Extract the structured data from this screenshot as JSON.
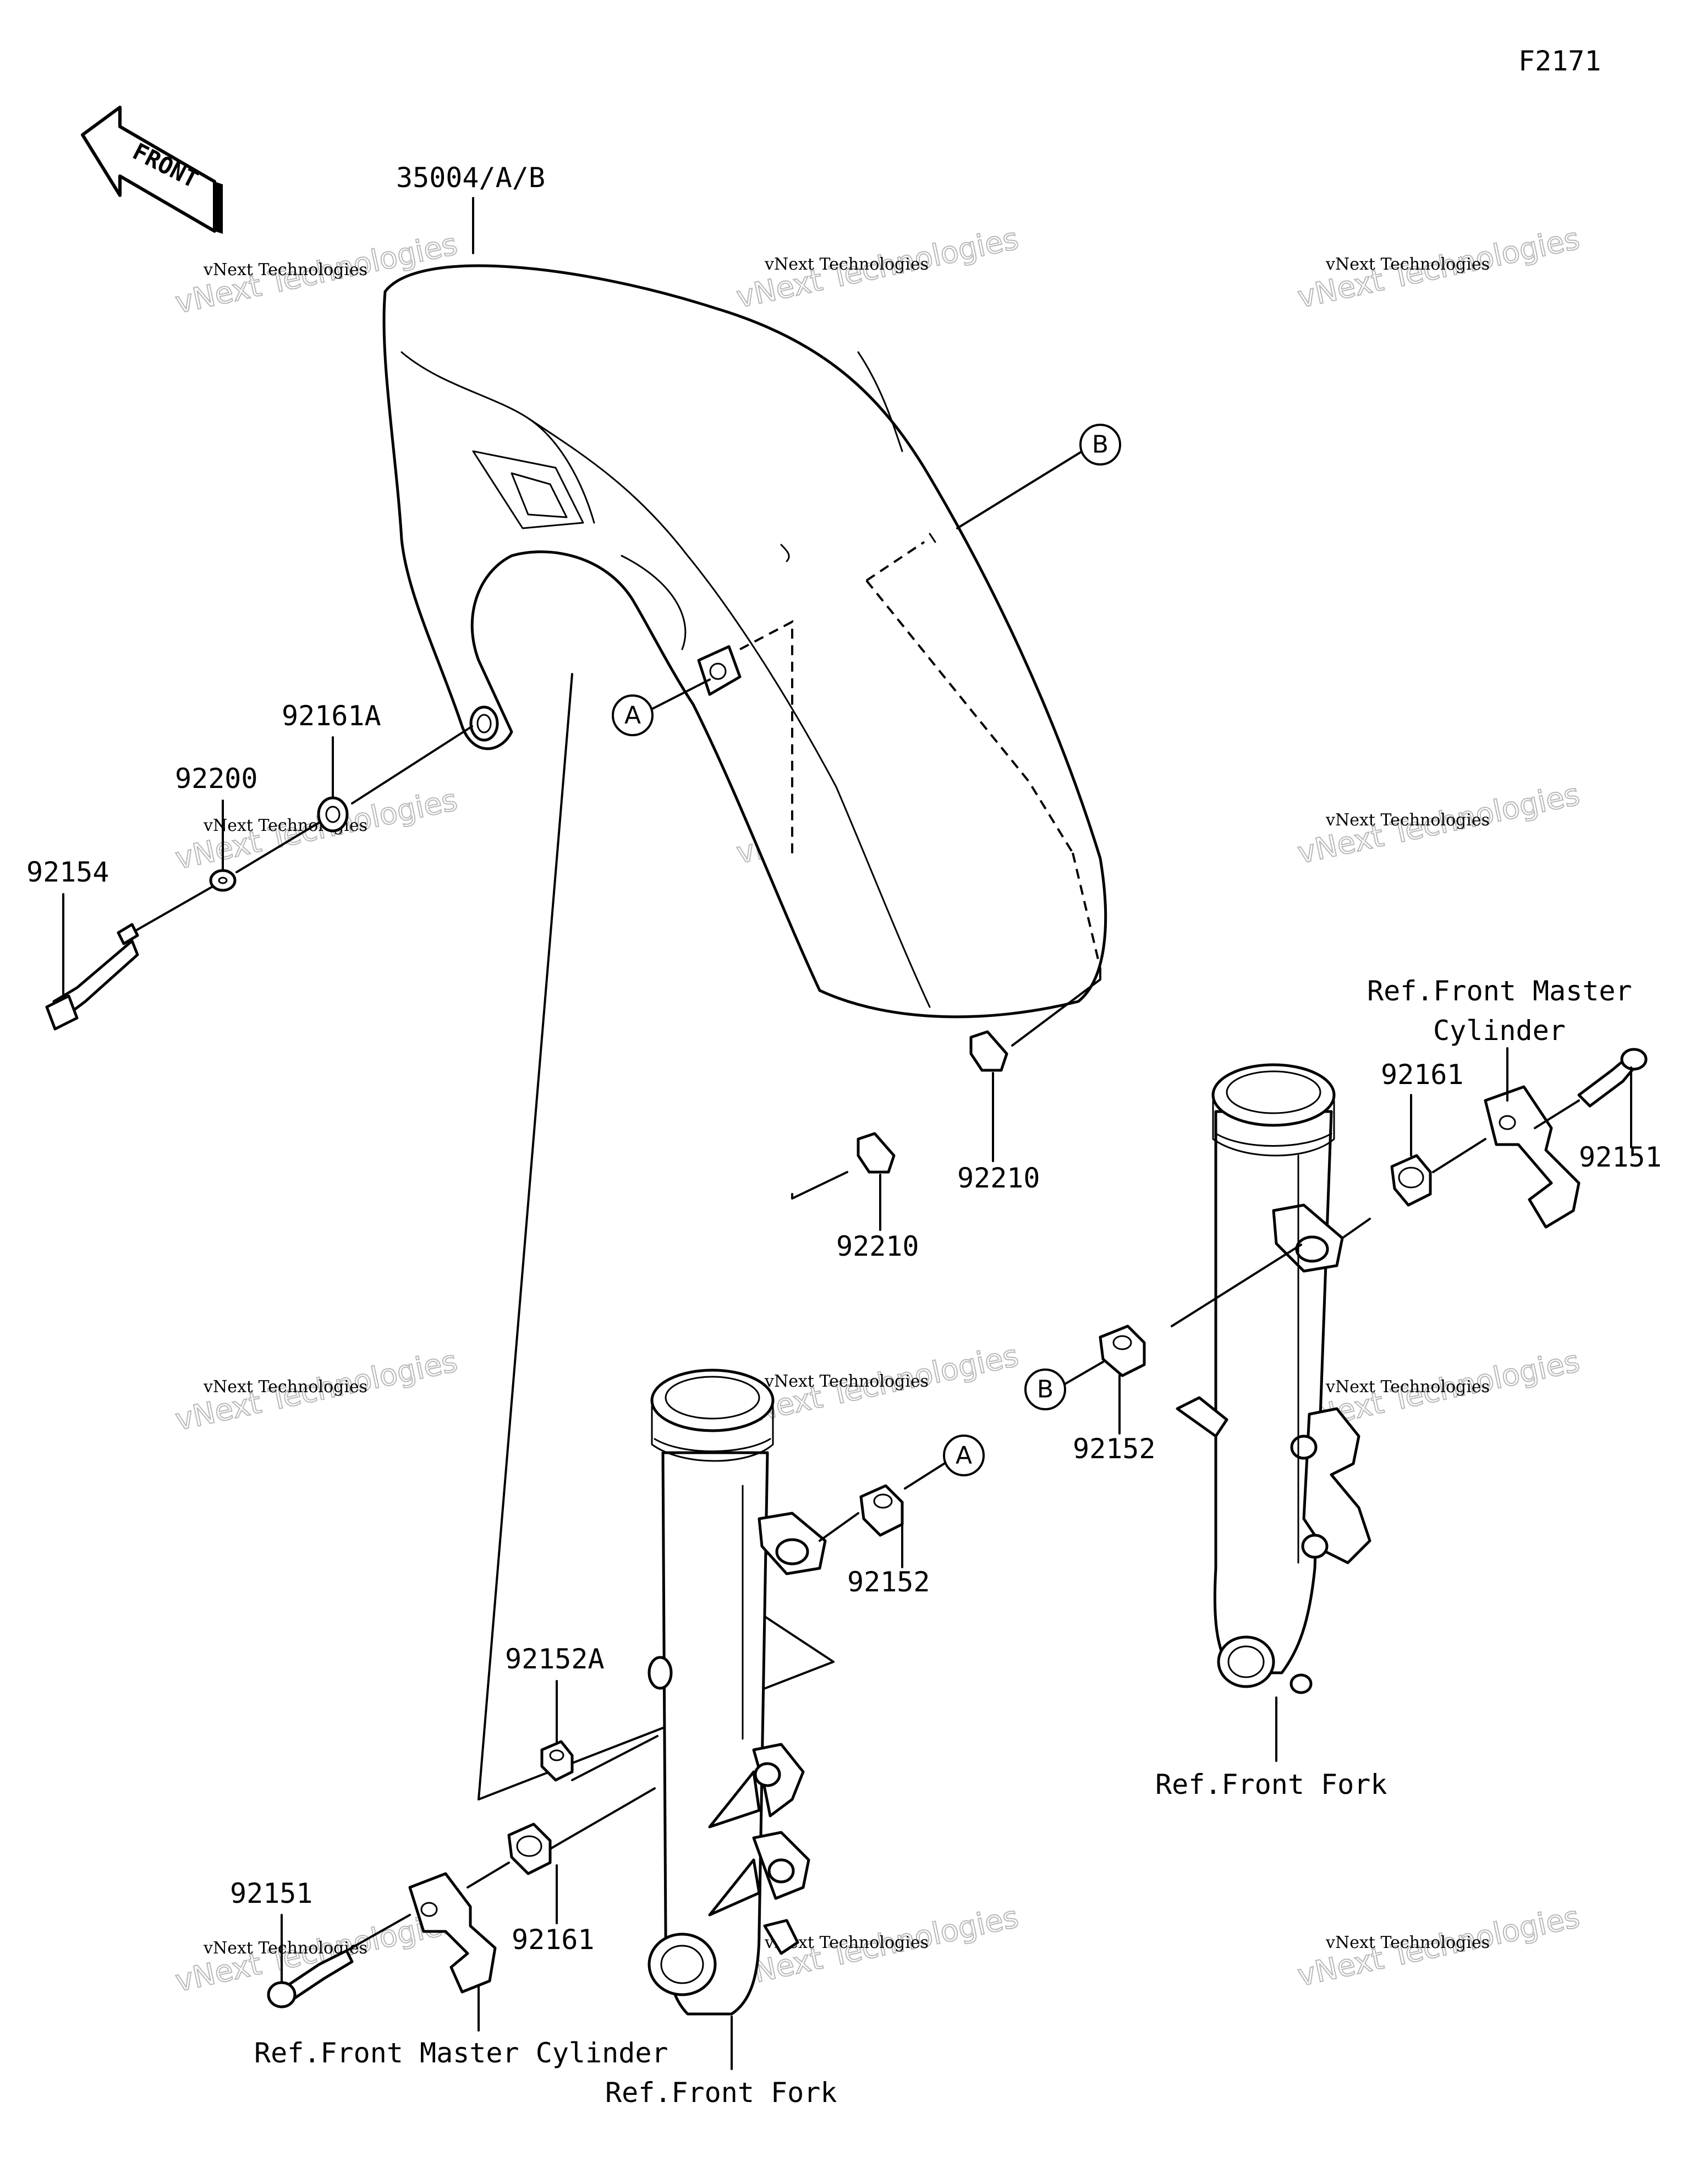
{
  "figure_code": "F2171",
  "direction_label": "FRONT",
  "parts": [
    {
      "key": "fender",
      "label": "35004/A/B"
    },
    {
      "key": "grommet_a",
      "label": "92161A"
    },
    {
      "key": "washer",
      "label": "92200"
    },
    {
      "key": "bolt_a",
      "label": "92154"
    },
    {
      "key": "clip_left",
      "label": "92210"
    },
    {
      "key": "clip_right",
      "label": "92210"
    },
    {
      "key": "bolt_right_top",
      "label": "92151"
    },
    {
      "key": "grommet_right",
      "label": "92161"
    },
    {
      "key": "collar_right",
      "label": "92152"
    },
    {
      "key": "collar_left",
      "label": "92152"
    },
    {
      "key": "collar_left_a",
      "label": "92152A"
    },
    {
      "key": "grommet_left",
      "label": "92161"
    },
    {
      "key": "bolt_left",
      "label": "92151"
    }
  ],
  "references": {
    "master_cylinder_right_line1": "Ref.Front Master",
    "master_cylinder_right_line2": "Cylinder",
    "fork_right": "Ref.Front Fork",
    "master_cylinder_left": "Ref.Front Master Cylinder",
    "fork_left": "Ref.Front Fork"
  },
  "callouts": {
    "a": "A",
    "b": "B"
  },
  "watermark": {
    "line1": "vNext Technologies",
    "line2": "vNext Technologies"
  }
}
